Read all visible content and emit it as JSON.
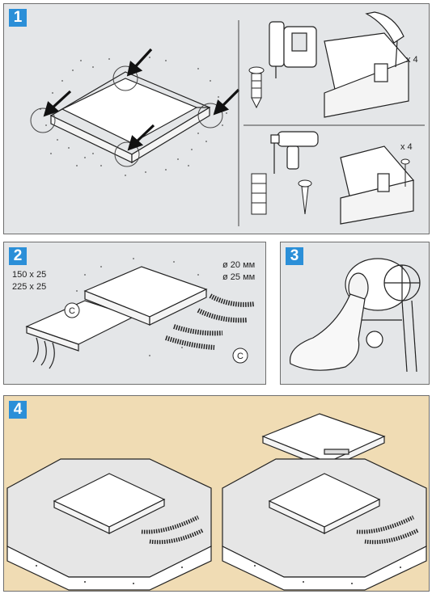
{
  "steps": [
    {
      "number": "1",
      "bg": "#e4e6e8"
    },
    {
      "number": "2",
      "bg": "#e4e6e8"
    },
    {
      "number": "3",
      "bg": "#e4e6e8"
    },
    {
      "number": "4",
      "bg": "#f0dcb4"
    }
  ],
  "step1": {
    "screw_count_top": "x 4",
    "screw_count_bottom": "x 4"
  },
  "step2": {
    "size_a": "150 x 25",
    "size_b": "225 x 25",
    "conduit_a": "ø 20 мм",
    "conduit_b": "ø 25 мм",
    "copyright_left": "C",
    "copyright_right": "C"
  },
  "colors": {
    "badge": "#2b8fd8",
    "panel_bg": "#e4e6e8",
    "floor_bg": "#f0dcb4",
    "line": "#222222"
  }
}
